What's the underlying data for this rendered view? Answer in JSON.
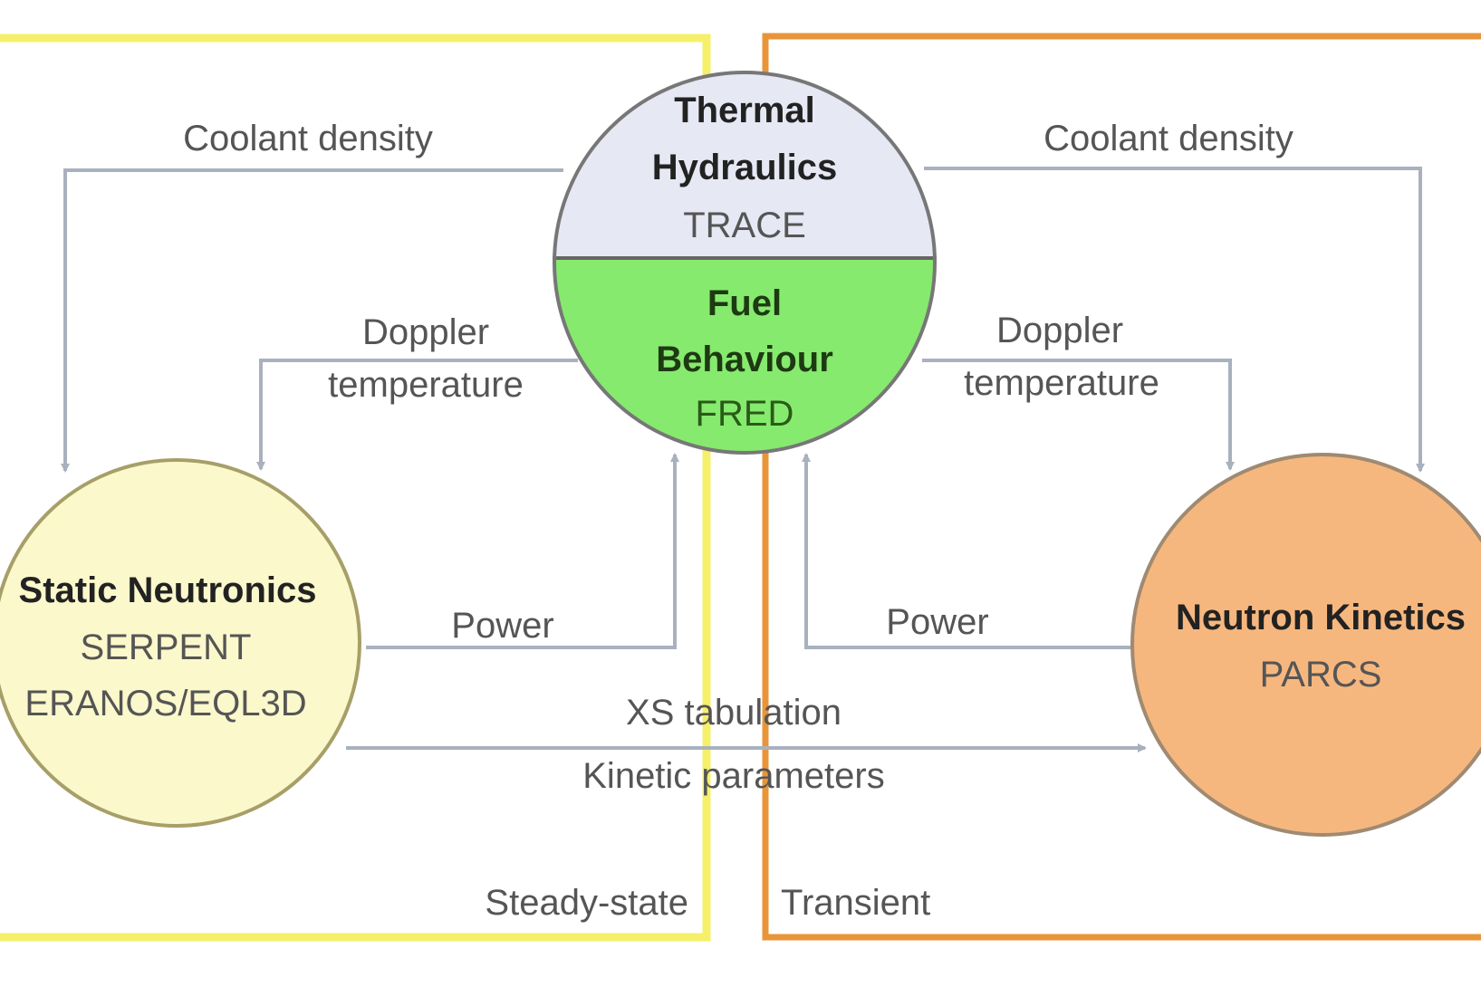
{
  "colors": {
    "steady_state_frame": "#f5f06a",
    "transient_frame": "#e8953a",
    "thermal_fill": "#e6e8f4",
    "fuel_fill": "#86ea6e",
    "static_fill": "#fbf8cc",
    "kinetics_fill": "#f6b77f",
    "arrow": "#a9b1bf"
  },
  "nodes": {
    "thermal_hydraulics": {
      "line1": "Thermal",
      "line2": "Hydraulics",
      "code": "TRACE"
    },
    "fuel_behaviour": {
      "line1": "Fuel",
      "line2": "Behaviour",
      "code": "FRED"
    },
    "static_neutronics": {
      "title": "Static Neutronics",
      "code1": "SERPENT",
      "code2": "ERANOS/EQL3D"
    },
    "neutron_kinetics": {
      "title": "Neutron Kinetics",
      "code": "PARCS"
    }
  },
  "links": {
    "coolant_density_left": "Coolant density",
    "coolant_density_right": "Coolant density",
    "doppler_left_1": "Doppler",
    "doppler_left_2": "temperature",
    "doppler_right_1": "Doppler",
    "doppler_right_2": "temperature",
    "power_left": "Power",
    "power_right": "Power",
    "xs_tabulation": "XS tabulation",
    "kinetic_parameters": "Kinetic parameters"
  },
  "regions": {
    "steady_state": "Steady-state",
    "transient": "Transient"
  }
}
